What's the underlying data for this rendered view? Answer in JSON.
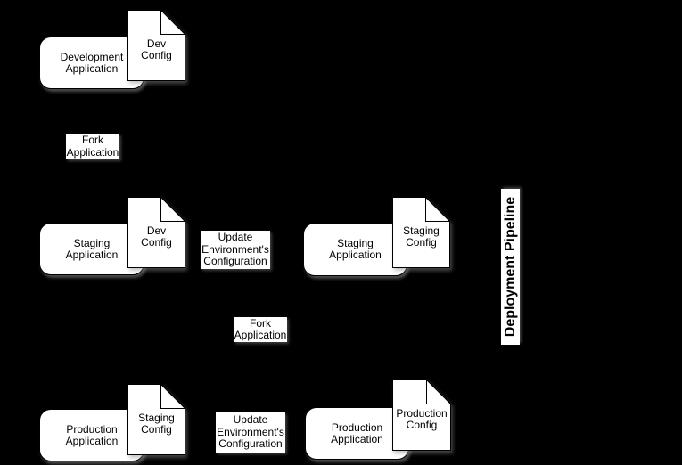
{
  "canvas": {
    "background": "#000000",
    "shape_fill": "#ffffff",
    "shape_stroke": "#000000",
    "shadow_color": "#8c8c8c"
  },
  "pipeline": {
    "title": "Deployment Pipeline"
  },
  "nodes": {
    "dev_app": {
      "label": "Development\nApplication"
    },
    "dev_config_top": {
      "label": "Dev\nConfig"
    },
    "staging_app_left": {
      "label": "Staging\nApplication"
    },
    "dev_config_mid": {
      "label": "Dev\nConfig"
    },
    "staging_app_right": {
      "label": "Staging\nApplication"
    },
    "staging_config_right": {
      "label": "Staging\nConfig"
    },
    "prod_app_left": {
      "label": "Production\nApplication"
    },
    "staging_config_bottom": {
      "label": "Staging\nConfig"
    },
    "prod_app_right": {
      "label": "Production\nApplication"
    },
    "prod_config": {
      "label": "Production\nConfig"
    }
  },
  "edge_labels": {
    "fork_app_top": {
      "label": "Fork\nApplication"
    },
    "update_env_mid": {
      "label": "Update\nEnvironment's\nConfiguration"
    },
    "fork_app_mid": {
      "label": "Fork\nApplication"
    },
    "update_env_bottom": {
      "label": "Update\nEnvironment's\nConfiguration"
    }
  }
}
